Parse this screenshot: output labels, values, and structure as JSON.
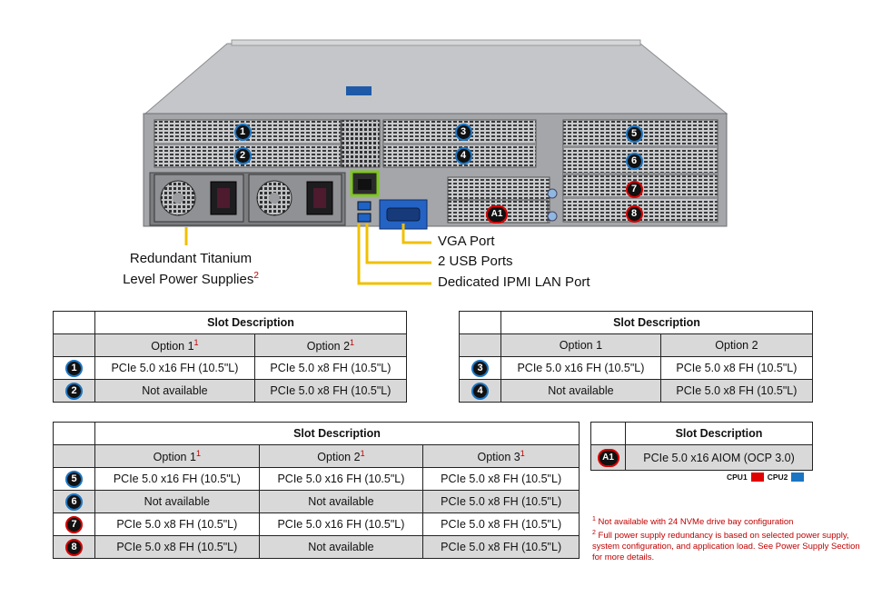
{
  "callouts": {
    "vga": "VGA Port",
    "usb": "2 USB Ports",
    "ipmi": "Dedicated IPMI LAN Port",
    "psu_line1": "Redundant Titanium",
    "psu_line2": "Level Power Supplies",
    "psu_note": "2"
  },
  "server_badges": [
    "1",
    "2",
    "3",
    "4",
    "5",
    "6",
    "7",
    "8",
    "A1"
  ],
  "table1": {
    "title": "Slot Description",
    "options": [
      {
        "label": "Option 1",
        "note": "1"
      },
      {
        "label": "Option 2",
        "note": "1"
      }
    ],
    "rows": [
      {
        "slot": "1",
        "cpu": "1",
        "cells": [
          "PCIe 5.0 x16 FH (10.5\"L)",
          "PCIe 5.0 x8 FH (10.5\"L)"
        ]
      },
      {
        "slot": "2",
        "cpu": "1",
        "cells": [
          "Not available",
          "PCIe 5.0 x8 FH (10.5\"L)"
        ]
      }
    ]
  },
  "table2": {
    "title": "Slot Description",
    "options": [
      {
        "label": "Option 1",
        "note": ""
      },
      {
        "label": "Option 2",
        "note": ""
      }
    ],
    "rows": [
      {
        "slot": "3",
        "cpu": "1",
        "cells": [
          "PCIe 5.0 x16 FH (10.5\"L)",
          "PCIe 5.0 x8 FH (10.5\"L)"
        ]
      },
      {
        "slot": "4",
        "cpu": "1",
        "cells": [
          "Not available",
          "PCIe 5.0 x8 FH (10.5\"L)"
        ]
      }
    ]
  },
  "table3": {
    "title": "Slot Description",
    "options": [
      {
        "label": "Option 1",
        "note": "1"
      },
      {
        "label": "Option 2",
        "note": "1"
      },
      {
        "label": "Option 3",
        "note": "1"
      }
    ],
    "rows": [
      {
        "slot": "5",
        "cpu": "1",
        "cells": [
          "PCIe 5.0 x16 FH (10.5\"L)",
          "PCIe 5.0 x16 FH (10.5\"L)",
          "PCIe 5.0 x8 FH (10.5\"L)"
        ]
      },
      {
        "slot": "6",
        "cpu": "1",
        "cells": [
          "Not available",
          "Not available",
          "PCIe 5.0 x8 FH (10.5\"L)"
        ]
      },
      {
        "slot": "7",
        "cpu": "2",
        "cells": [
          "PCIe 5.0 x8 FH (10.5\"L)",
          "PCIe 5.0 x16 FH (10.5\"L)",
          "PCIe 5.0 x8 FH (10.5\"L)"
        ]
      },
      {
        "slot": "8",
        "cpu": "2",
        "cells": [
          "PCIe 5.0 x8 FH (10.5\"L)",
          "Not available",
          "PCIe 5.0 x8 FH (10.5\"L)"
        ]
      }
    ]
  },
  "table4": {
    "title": "Slot Description",
    "rows": [
      {
        "slot": "A1",
        "cpu": "2",
        "cells": [
          "PCIe 5.0 x16 AIOM (OCP 3.0)"
        ]
      }
    ]
  },
  "legend": {
    "cpu1_label": "CPU1",
    "cpu1_color": "#e00000",
    "cpu2_label": "CPU2",
    "cpu2_color": "#1b75c2"
  },
  "notes": [
    {
      "mark": "1",
      "text": "Not available with 24 NVMe drive bay configuration"
    },
    {
      "mark": "2",
      "text": "Full power supply redundancy is based on selected power supply, system configuration, and application load. See Power Supply Section for more details."
    }
  ],
  "colors": {
    "cpu1_ring": "#1b75c2",
    "cpu2_ring": "#d60000",
    "leader": "#f0c000",
    "chassis": "#a6a8ab",
    "vga": "#2463c4",
    "ipmi_frame": "#7fc81e"
  }
}
